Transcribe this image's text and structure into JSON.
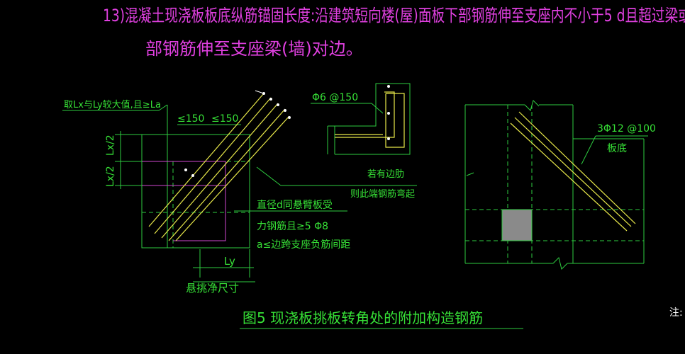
{
  "heading": {
    "line1": "13)混凝土现浇板板底纵筋锚固长度:沿建筑短向楼(屋)面板下部钢筋伸至支座内不小于5 d且超过梁或",
    "line2": "部钢筋伸至支座梁(墙)对边。"
  },
  "left_detail": {
    "anchor_note": "取Lx与Ly较大值,且≥La",
    "lx2_upper": "Lx/2",
    "lx2_lower": "Lx/2",
    "spacing_1": "≤150",
    "spacing_2": "≤150",
    "edge_rebar_note_1": "若有边肋",
    "edge_rebar_note_2": "则此端钢筋弯起",
    "diameter_note_1": "直径d同悬臂板受",
    "diameter_note_2": "力钢筋且≥5 Φ8",
    "diameter_note_3": "a≤边跨支座负筋间距",
    "ly_label": "Ly",
    "span_note": "悬挑净尺寸"
  },
  "section_detail": {
    "stirrup_label": "Φ6 @150"
  },
  "right_detail": {
    "rebar_label": "3Φ12 @100",
    "bottom_label": "板底"
  },
  "figure_caption": "图5  现浇板挑板转角处的附加构造钢筋",
  "note_prefix": "注:",
  "colors": {
    "background": "#000000",
    "heading": "#e040e0",
    "outline": "#2ecc40",
    "rebar": "#e8e84a",
    "slab_edge": "#d048d0",
    "text_green": "#36e036",
    "white": "#ffffff",
    "column_fill": "#8a8a8a"
  }
}
